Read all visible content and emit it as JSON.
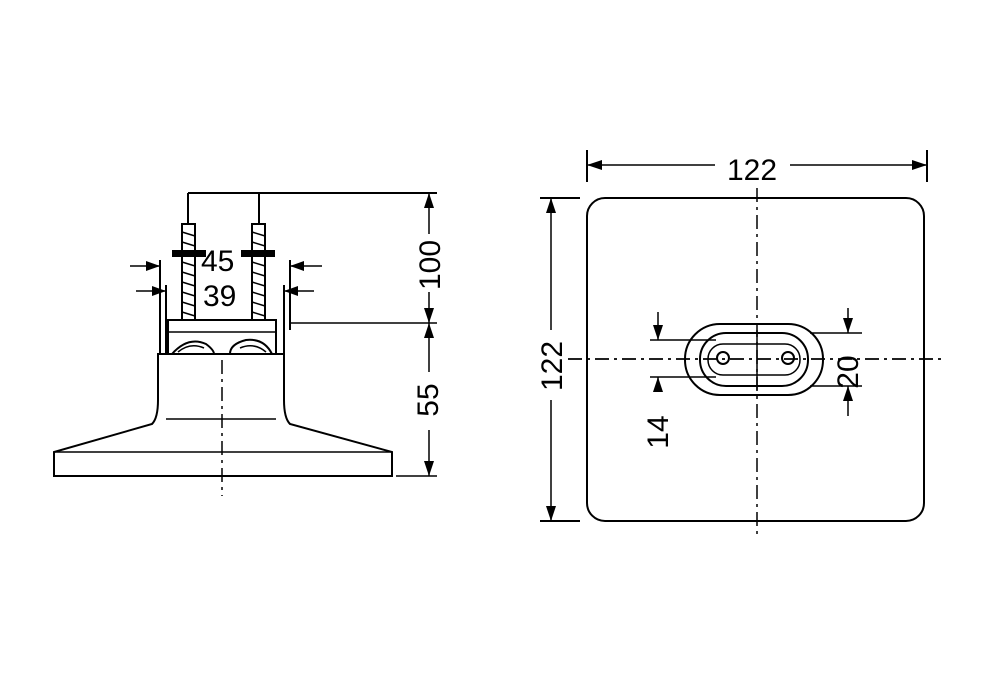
{
  "side_view": {
    "dims": {
      "width_outer": "45",
      "width_inner": "39",
      "height_terminals": "100",
      "height_body": "55"
    }
  },
  "top_view": {
    "dims": {
      "width": "122",
      "height": "122",
      "slot_width": "20",
      "slot_inner": "14"
    }
  }
}
